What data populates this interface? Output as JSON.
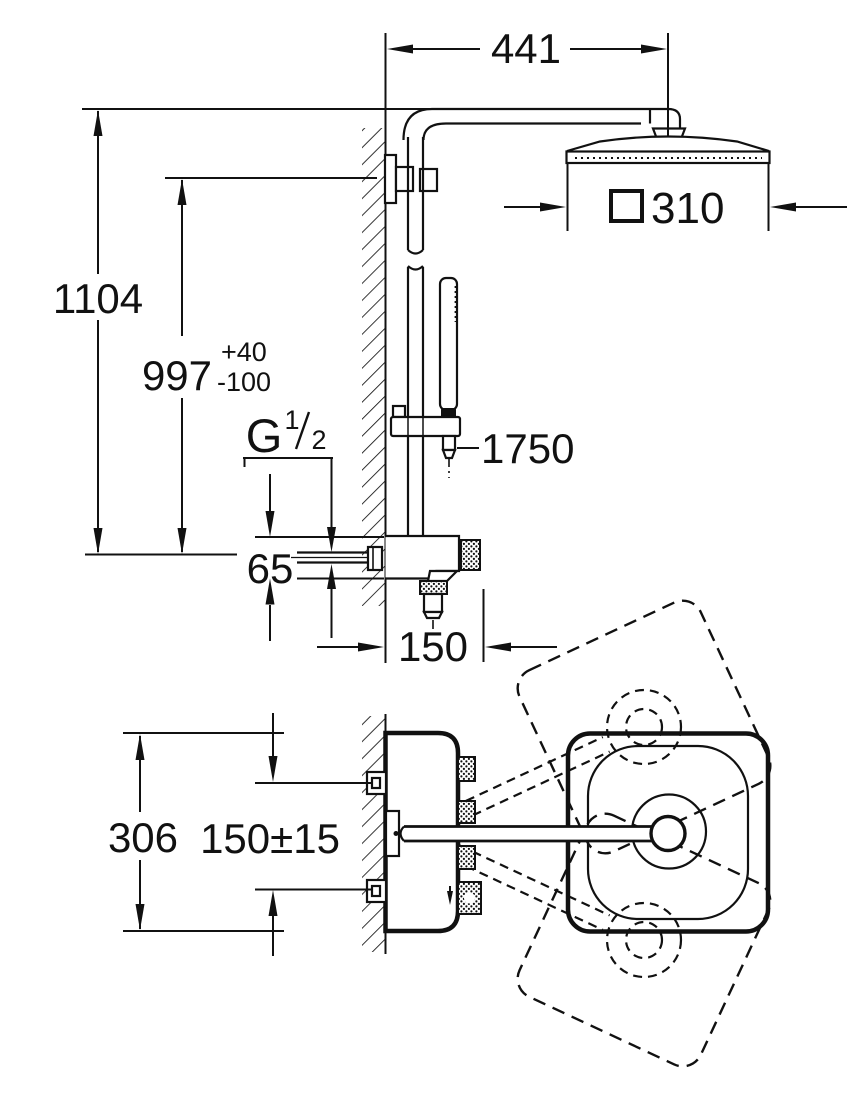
{
  "meta": {
    "title": "Thermostatic shower system dimensional drawing",
    "background": "#ffffff",
    "line_color": "#111111",
    "views": [
      "side-elevation",
      "plan-view"
    ]
  },
  "labels": {
    "arm_reach": "441",
    "head_size": "310",
    "head_size_symbol": "square-symbol",
    "overall_height": "1104",
    "supply_height": "997",
    "supply_height_tol_plus": "+40",
    "supply_height_tol_minus": "-100",
    "thread_letter": "G",
    "thread_numerator": "1",
    "thread_denominator": "2",
    "hose_length": "1750",
    "valve_height": "65",
    "valve_depth": "150",
    "plan_overall": "306",
    "inlet_spacing": "150±15"
  }
}
